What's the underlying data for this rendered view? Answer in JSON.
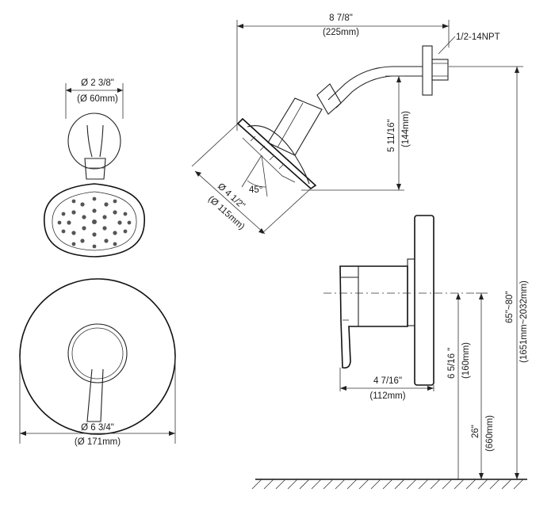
{
  "dimensions": {
    "arm_width_in": "8 7/8\"",
    "arm_width_mm": "(225mm)",
    "thread_spec": "1/2-14NPT",
    "arm_drop_in": "5 11/16\"",
    "arm_drop_mm": "(144mm)",
    "head_diameter_in": "Ø 4 1/2\"",
    "head_diameter_mm": "(Ø 115mm)",
    "spray_angle": "45°",
    "flange_diameter_in": "Ø 2 3/8\"",
    "flange_diameter_mm": "(Ø 60mm)",
    "trim_diameter_in": "Ø 6 3/4\"",
    "trim_diameter_mm": "(Ø 171mm)",
    "valve_depth_in": "4 7/16\"",
    "valve_depth_mm": "(112mm)",
    "valve_height_in": "6 5/16 \"",
    "valve_height_mm": "(160mm)",
    "valve_from_floor_in": "26\"",
    "valve_from_floor_mm": "(660mm)",
    "shower_height_in": "65\"~80\"",
    "shower_height_mm": "(1651mm~2032mm)"
  }
}
